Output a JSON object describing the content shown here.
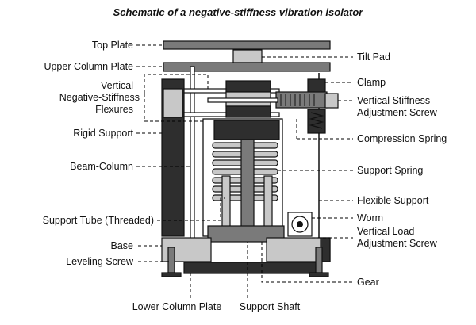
{
  "title": "Schematic of a negative-stiffness vibration isolator",
  "labels": {
    "top_plate": "Top Plate",
    "upper_column_plate": "Upper Column Plate",
    "vertical_nsf_1": "Vertical",
    "vertical_nsf_2": "Negative-Stiffness",
    "vertical_nsf_3": "Flexures",
    "rigid_support": "Rigid Support",
    "beam_column": "Beam-Column",
    "support_tube": "Support Tube (Threaded)",
    "base": "Base",
    "leveling_screw": "Leveling Screw",
    "lower_column_plate": "Lower Column Plate",
    "support_shaft": "Support Shaft",
    "tilt_pad": "Tilt Pad",
    "clamp": "Clamp",
    "vsas_1": "Vertical Stiffness",
    "vsas_2": "Adjustment Screw",
    "compression_spring": "Compression Spring",
    "support_spring": "Support Spring",
    "flexible_support": "Flexible Support",
    "worm": "Worm",
    "vlas_1": "Vertical Load",
    "vlas_2": "Adjustment Screw",
    "gear": "Gear"
  }
}
